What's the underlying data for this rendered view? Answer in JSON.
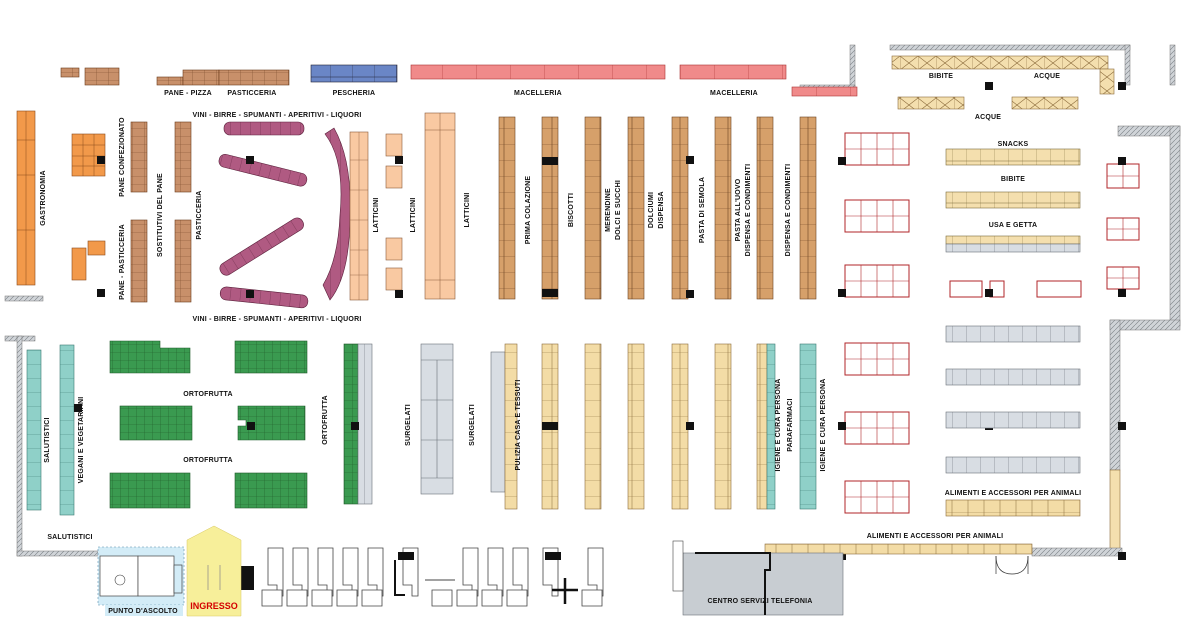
{
  "colors": {
    "bakery": "#c8906a",
    "bakery_dark": "#a86c46",
    "deli": "#f2994a",
    "fish": "#6a86c6",
    "meat": "#f08a8a",
    "wine": "#b05a82",
    "dairy": "#f9c9a2",
    "grocery": "#d6a06a",
    "beverage": "#f4dfae",
    "produce": "#3a9a50",
    "frozen": "#d8dde3",
    "health": "#8fd0c8",
    "household": "#f3dca6",
    "freezer_outline": "#b0262a",
    "wall": "#999999",
    "service": "#c8cdd2",
    "entrance": "#f7ef9a",
    "listening": "#d3ecf7"
  },
  "labels": {
    "pane_pizza": "PANE - PIZZA",
    "pasticceria_top": "PASTICCERIA",
    "pescheria": "PESCHERIA",
    "macelleria_1": "MACELLERIA",
    "macelleria_2": "MACELLERIA",
    "bibite_top": "BIBITE",
    "acque_top": "ACQUE",
    "acque_mid": "ACQUE",
    "vini_top": "VINI - BIRRE - SPUMANTI - APERITIVI - LIQUORI",
    "vini_bottom": "VINI - BIRRE - SPUMANTI - APERITIVI - LIQUORI",
    "gastronomia": "GASTRONOMIA",
    "pane_confezionato": "PANE CONFEZIONATO",
    "sostitutivi": "SOSTITUTIVI DEL PANE",
    "pasticceria_side": "PASTICCERIA",
    "pane_pasticceria": "PANE - PASTICCERIA",
    "latticini_1": "LATTICINI",
    "latticini_2": "LATTICINI",
    "latticini_3": "LATTICINI",
    "prima_colazione": "PRIMA COLAZIONE",
    "biscotti": "BISCOTTI",
    "merendine": "MERENDINE",
    "dolci_succhi": "DOLCI E SUCCHI",
    "dolciumi": "DOLCIUMI",
    "dispensa_1": "DISPENSA",
    "pasta_semola": "PASTA DI SEMOLA",
    "pasta_uovo": "PASTA ALL'UOVO",
    "dispensa_condimenti_1": "DISPENSA E CONDIMENTI",
    "dispensa_condimenti_2": "DISPENSA E CONDIMENTI",
    "snacks": "SNACKS",
    "bibite_mid": "BIBITE",
    "usa_getta": "USA E GETTA",
    "salutistici_v": "SALUTISTICI",
    "vegani": "VEGANI E VEGETARIANI",
    "ortofrutta_1": "ORTOFRUTTA",
    "ortofrutta_2": "ORTOFRUTTA",
    "ortofrutta_v": "ORTOFRUTTA",
    "surgelati_1": "SURGELATI",
    "surgelati_2": "SURGELATI",
    "pulizia": "PULIZIA CASA E TESSUTI",
    "igiene_1": "IGIENE E CURA PERSONA",
    "parafarmaci": "PARAFARMACI",
    "igiene_2": "IGIENE E CURA PERSONA",
    "animali_1": "ALIMENTI E ACCESSORI PER ANIMALI",
    "animali_2": "ALIMENTI E ACCESSORI PER ANIMALI",
    "salutistici_h": "SALUTISTICI",
    "punto_ascolto": "PUNTO D'ASCOLTO",
    "ingresso": "INGRESSO",
    "centro_servizi": "CENTRO SERVIZI TELEFONIA"
  }
}
